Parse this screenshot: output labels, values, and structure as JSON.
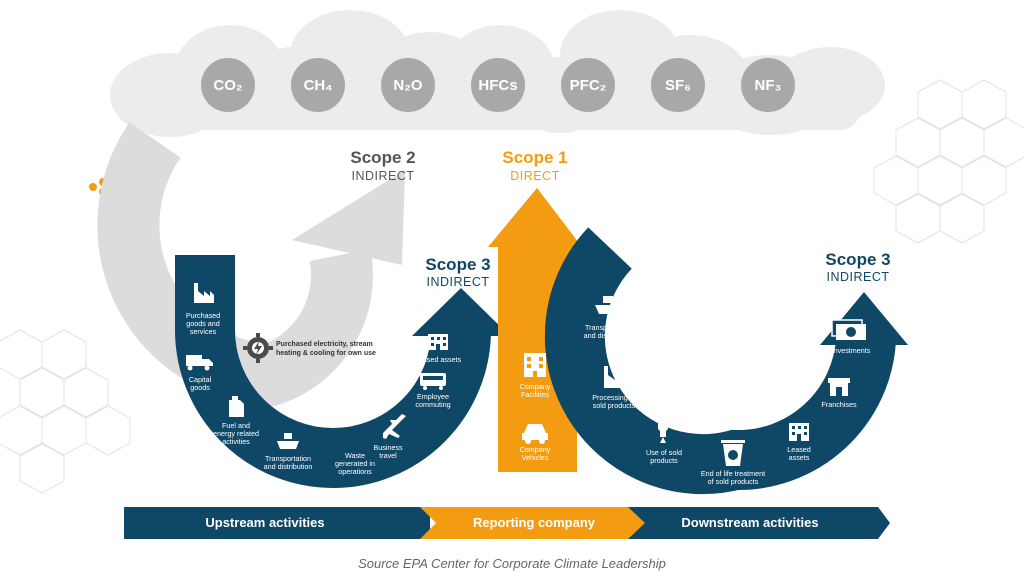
{
  "colors": {
    "navy": "#0f4767",
    "orange": "#f39c12",
    "light_gray": "#dcdcdc",
    "cloud": "#ececec",
    "gas_circle": "#a8a8a8",
    "white": "#ffffff"
  },
  "gases": [
    "CO₂",
    "CH₄",
    "N₂O",
    "HFCs",
    "PFC₂",
    "SF₆",
    "NF₃"
  ],
  "scope2": {
    "title": "Scope 2",
    "subtitle": "INDIRECT"
  },
  "scope1": {
    "title": "Scope 1",
    "subtitle": "DIRECT"
  },
  "scope3_upstream": {
    "title": "Scope 3",
    "subtitle": "INDIRECT"
  },
  "scope3_downstream": {
    "title": "Scope 3",
    "subtitle": "INDIRECT"
  },
  "purchased_electricity": [
    "Purchased electricity, stream",
    "heating & cooling for own use"
  ],
  "upstream_items": {
    "purchased_goods": [
      "Purchased",
      "goods and",
      "services"
    ],
    "capital_goods": [
      "Capital",
      "goods"
    ],
    "fuel_energy": [
      "Fuel and",
      "energy related",
      "activities"
    ],
    "transportation": [
      "Transportation",
      "and distribution"
    ],
    "waste": [
      "Waste",
      "generated in",
      "operations"
    ],
    "business_travel": [
      "Business",
      "travel"
    ],
    "employee_commuting": [
      "Employee",
      "commuting"
    ],
    "leased_assets": [
      "Leased assets"
    ]
  },
  "scope1_items": {
    "company_facilities": [
      "Company",
      "Facilities"
    ],
    "company_vehicles": [
      "Company",
      "Vehicles"
    ]
  },
  "downstream_items": {
    "transportation": [
      "Transportation",
      "and distribution"
    ],
    "processing": [
      "Processing of",
      "sold products"
    ],
    "use_of_sold": [
      "Use of sold",
      "products"
    ],
    "end_of_life": [
      "End of life treatment",
      "of sold products"
    ],
    "leased_assets": [
      "Leased",
      "assets"
    ],
    "franchises": [
      "Franchises"
    ],
    "investments": [
      "Investments"
    ]
  },
  "bottom_band": {
    "upstream": "Upstream activities",
    "reporting": "Reporting company",
    "downstream": "Downstream activities"
  },
  "source": "Source EPA Center for Corporate Climate Leadership",
  "icons": [
    "factory-icon",
    "truck-icon",
    "fuel-can-icon",
    "ship-icon",
    "trash-icon",
    "airplane-icon",
    "bus-icon",
    "building-icon",
    "gear-bolt-icon",
    "car-icon",
    "lightbulb-icon",
    "recycle-bin-icon",
    "store-icon",
    "money-icon"
  ]
}
